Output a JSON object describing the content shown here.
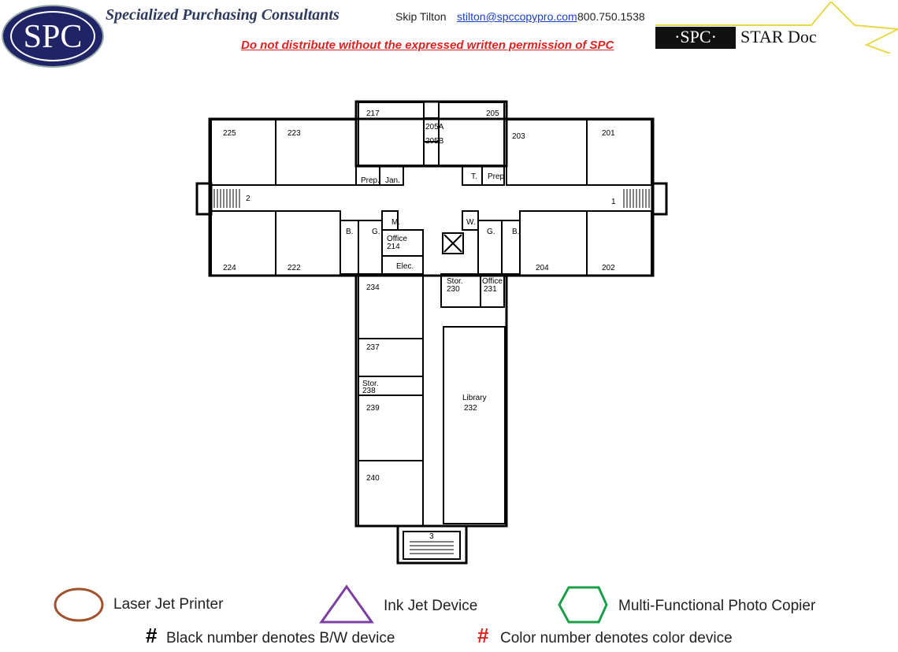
{
  "header": {
    "logo_text": "SPC",
    "company": "Specialized Purchasing Consultants",
    "contact_name": "Skip Tilton",
    "email": "stilton@spccopypro.com",
    "phone": "800.750.1538",
    "warning": "Do not distribute without the expressed written permission of SPC",
    "stardoc_left": "·SPC·",
    "stardoc_right": "STAR Doc"
  },
  "rooms": {
    "r225": "225",
    "r223": "223",
    "r217": "217",
    "r205a": "205A",
    "r205b": "205B",
    "r205": "205",
    "r203": "203",
    "r201": "201",
    "prep1": "Prep.",
    "jan": "Jan.",
    "t": "T.",
    "prep2": "Prep",
    "stair2": "2",
    "stair1": "1",
    "stair3": "3",
    "r224": "224",
    "r222": "222",
    "b1": "B.",
    "g1": "G.",
    "m": "M.",
    "office214a": "Office",
    "office214b": "214",
    "elec": "Elec.",
    "w": "W.",
    "g2": "G.",
    "b2": "B.",
    "r204": "204",
    "r202": "202",
    "stor230a": "Stor.",
    "stor230b": "230",
    "office231a": "Office",
    "office231b": "231",
    "r234": "234",
    "r237": "237",
    "stor238a": "Stor.",
    "stor238b": "238",
    "r239": "239",
    "r240": "240",
    "librarya": "Library",
    "libraryb": "232"
  },
  "legend": {
    "laser": "Laser Jet Printer",
    "inkjet": "Ink Jet Device",
    "mfp": "Multi-Functional Photo Copier",
    "hash": "#",
    "bw": "Black number denotes B/W device",
    "color": "Color number denotes color device",
    "colors": {
      "laser": "#a0522d",
      "inkjet": "#7b3fa0",
      "mfp": "#1aa04a",
      "red": "#e02020"
    }
  }
}
